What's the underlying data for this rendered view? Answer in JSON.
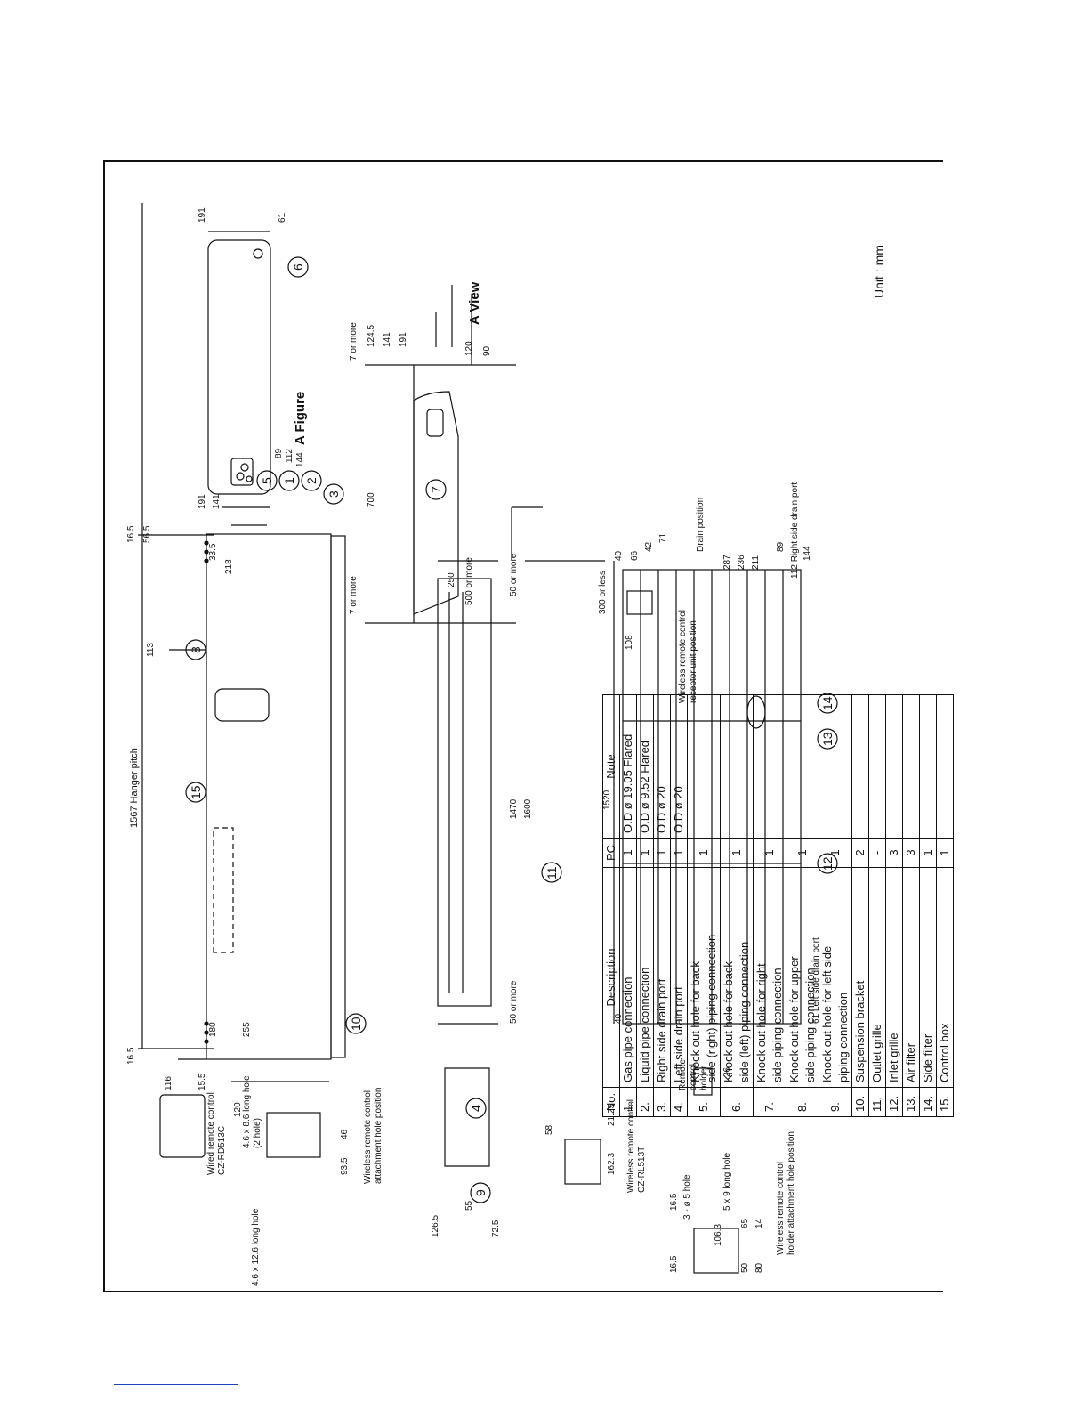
{
  "figure_labels": {
    "a_figure": "A Figure",
    "a_view": "A View",
    "hanger_pitch": "1567 Hanger pitch",
    "unit": "Unit : mm"
  },
  "remote_labels": {
    "wired_title": "Wired remote control",
    "wired_model": "CZ-RD513C",
    "wireless_attach_1": "Wireless remote control",
    "wireless_attach_2": "attachment hole position",
    "long_hole_1": "4.6 x 8.6 long hole",
    "long_hole_2": "(2 hole)",
    "long_hole_3": "4.6 x 12.6 long hole",
    "wireless_title": "Wireless remote control",
    "wireless_model": "CZ-RL513T",
    "hole_3": "3 - ø 5 hole",
    "long_hole_4": "5 x 9 long hole",
    "holder_pos_1": "Wireless remote control",
    "holder_pos_2": "holder attachment hole position",
    "holder_1": "Remote",
    "holder_2": "control",
    "holder_3": "holder",
    "receptor_1": "Wireless remote control",
    "receptor_2": "receptor unit position",
    "drain_position": "Drain position",
    "right_drain": "112 Right side drain port",
    "left_drain": "61 Left side drain port",
    "seven_more_a": "7 or more",
    "seven_more_b": "7 or more",
    "five_hundred_more": "500 or more",
    "three_hundred_less": "300 or less",
    "fifty_more_a": "50 or more",
    "fifty_more_b": "50 or more"
  },
  "dimensions": {
    "d16_5a": "16.5",
    "d56_5": "56.5",
    "d113": "113",
    "d33_5": "33.5",
    "d218": "218",
    "d16_5b": "16.5",
    "d180": "180",
    "d255": "255",
    "d191a": "191",
    "d141a": "141",
    "d89a": "89",
    "d112a": "112",
    "d144a": "144",
    "d191b": "191",
    "d61a": "61",
    "d700": "700",
    "d124_5": "124.5",
    "d141b": "141",
    "d191c": "191",
    "d90": "90",
    "d120a": "120",
    "d250": "250",
    "d1470": "1470",
    "d1600": "1600",
    "d40a": "40",
    "d66": "66",
    "d42": "42",
    "d71": "71",
    "d108": "108",
    "d1520": "1520",
    "d40b": "40",
    "d287": "287",
    "d236": "236",
    "d211": "211",
    "d89b": "89",
    "d144b": "144",
    "d116": "116",
    "d15_5": "15.5",
    "d120b": "120",
    "d46": "46",
    "d93_5": "93.5",
    "d126_5": "126.5",
    "d55": "55",
    "d72_5": "72.5",
    "d58": "58",
    "d162_3": "162.3",
    "d21_25": "21.25",
    "d16_5c": "16.5",
    "d16_5d": "16.5",
    "d106_3": "106.3",
    "d50": "50",
    "d80": "80",
    "d65": "65",
    "d14": "14",
    "d26": "26"
  },
  "callouts": [
    "1",
    "2",
    "3",
    "4",
    "5",
    "6",
    "7",
    "8",
    "9",
    "10",
    "11",
    "12",
    "13",
    "14",
    "15"
  ],
  "parts_table": {
    "headers": {
      "no": "No.",
      "description": "Description",
      "pc": "PC",
      "note": "Note"
    },
    "rows": [
      {
        "no": "1.",
        "desc1": "Gas pipe connection",
        "desc2": "",
        "pc": "1",
        "note": "O.D ø 19.05 Flared"
      },
      {
        "no": "2.",
        "desc1": "Liquid pipe connection",
        "desc2": "",
        "pc": "1",
        "note": "O.D ø 9.52 Flared"
      },
      {
        "no": "3.",
        "desc1": "Right side drain port",
        "desc2": "",
        "pc": "1",
        "note": "O.D ø 20"
      },
      {
        "no": "4.",
        "desc1": "Left side drain port",
        "desc2": "",
        "pc": "1",
        "note": "O.D ø 20"
      },
      {
        "no": "5.",
        "desc1": "Knock out hole for back",
        "desc2": "side (right) piping connection",
        "pc": "1",
        "note": ""
      },
      {
        "no": "6.",
        "desc1": "Knock out hole for back",
        "desc2": "side (left) piping connection",
        "pc": "1",
        "note": ""
      },
      {
        "no": "7.",
        "desc1": "Knock out hole for right",
        "desc2": "side piping connection",
        "pc": "1",
        "note": ""
      },
      {
        "no": "8.",
        "desc1": "Knock out hole for upper",
        "desc2": "side piping connection",
        "pc": "1",
        "note": ""
      },
      {
        "no": "9.",
        "desc1": "Knock out hole for left side",
        "desc2": "piping connection",
        "pc": "1",
        "note": ""
      },
      {
        "no": "10.",
        "desc1": "Suspension bracket",
        "desc2": "",
        "pc": "2",
        "note": ""
      },
      {
        "no": "11.",
        "desc1": "Outlet grille",
        "desc2": "",
        "pc": "-",
        "note": ""
      },
      {
        "no": "12.",
        "desc1": "Inlet grille",
        "desc2": "",
        "pc": "3",
        "note": ""
      },
      {
        "no": "13.",
        "desc1": "Air filter",
        "desc2": "",
        "pc": "3",
        "note": ""
      },
      {
        "no": "14.",
        "desc1": "Side filter",
        "desc2": "",
        "pc": "1",
        "note": ""
      },
      {
        "no": "15.",
        "desc1": "Control box",
        "desc2": "",
        "pc": "1",
        "note": ""
      }
    ]
  }
}
